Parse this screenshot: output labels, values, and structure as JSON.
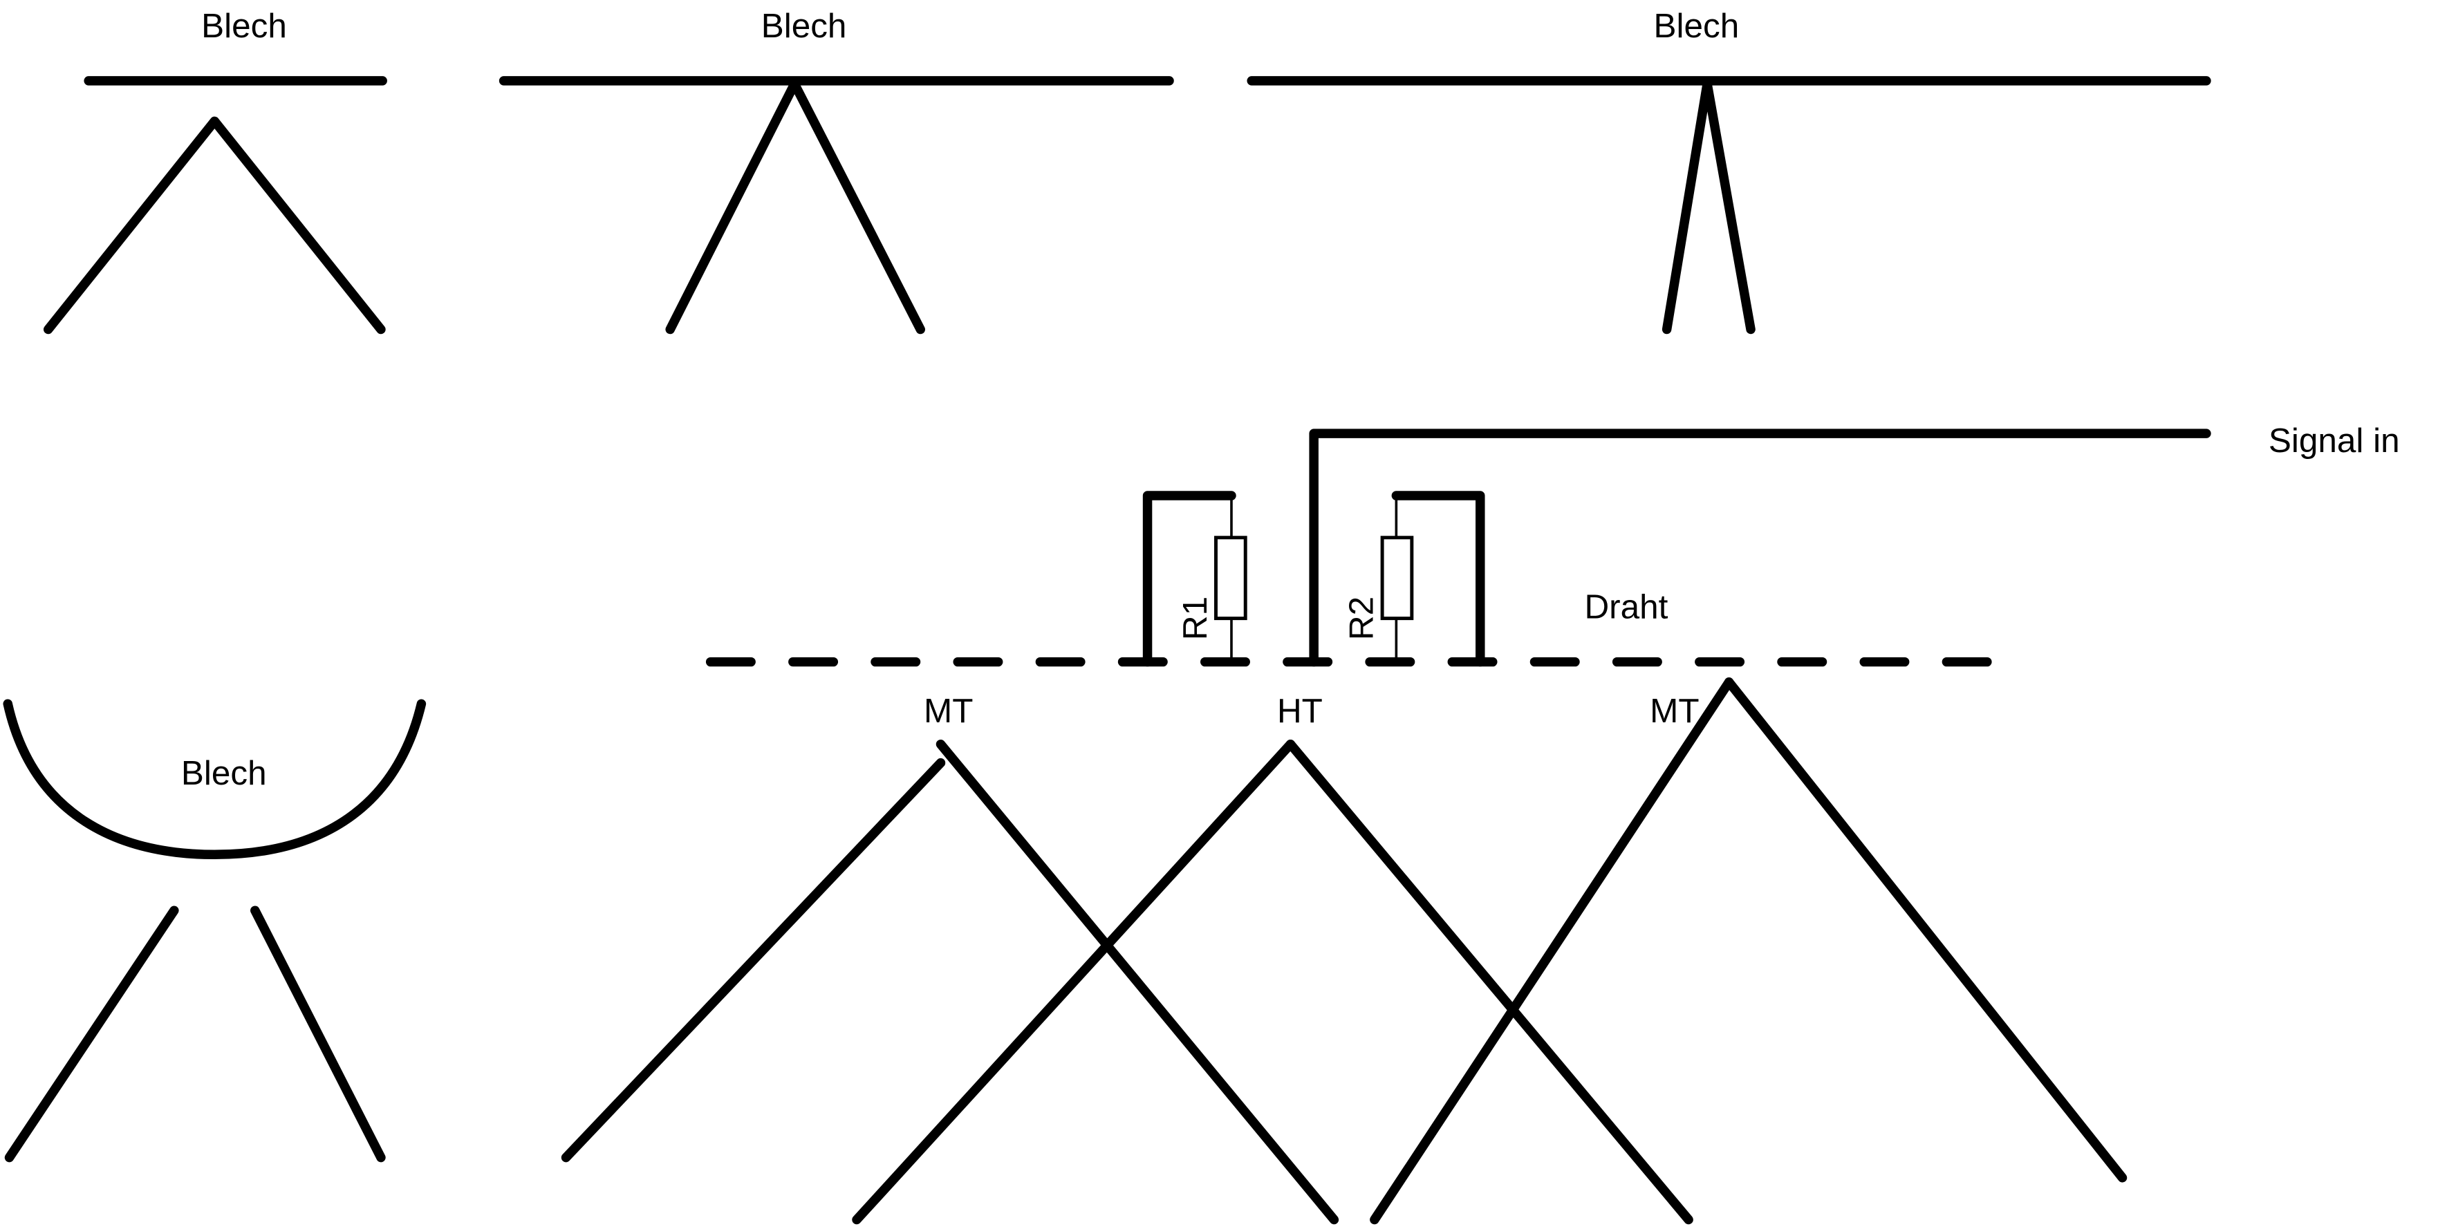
{
  "diagram": {
    "labels": {
      "blech_1": "Blech",
      "blech_2": "Blech",
      "blech_3": "Blech",
      "blech_4": "Blech",
      "signal_in": "Signal in",
      "draht": "Draht",
      "r1": "R1",
      "r2": "R2",
      "mt_left": "MT",
      "ht": "HT",
      "mt_right": "MT"
    },
    "colors": {
      "line": "#000000",
      "background": "#ffffff"
    }
  }
}
